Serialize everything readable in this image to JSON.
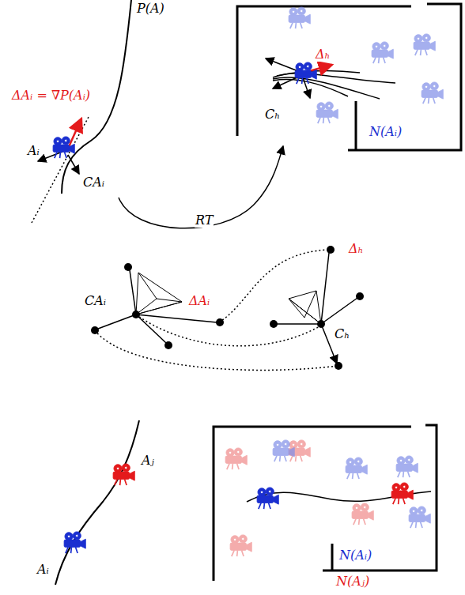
{
  "diagram": {
    "labels": [
      "P(A)",
      "ΔAᵢ = ∇P(Aᵢ)",
      "Aᵢ",
      "CAᵢ",
      "RT",
      "Δₕ",
      "Cₕ",
      "N(Aᵢ)",
      "CAᵢ",
      "ΔAᵢ",
      "Δₕ",
      "Cₕ",
      "Aⱼ",
      "Aᵢ",
      "N(Aᵢ)",
      "N(Aⱼ)"
    ]
  }
}
